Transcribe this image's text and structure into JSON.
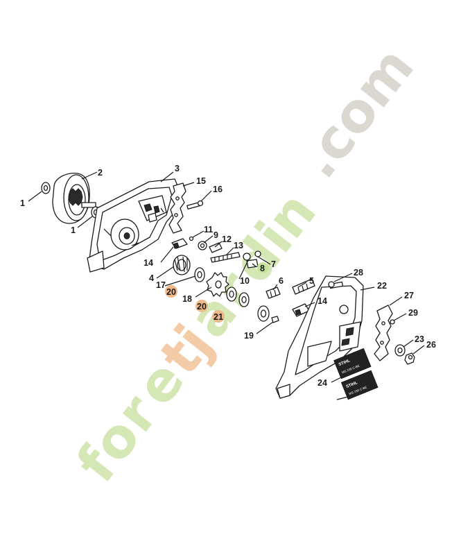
{
  "watermark": {
    "text_main": "foretjardin",
    "text_dotcom": ".com",
    "letters": [
      "f",
      "o",
      "r",
      "e",
      "t",
      "j",
      "a",
      "r",
      "d",
      "i",
      "n"
    ],
    "colors": {
      "green": "#d3e6b0",
      "orange": "#f3c9a3",
      "gray": "#d9d6cf"
    }
  },
  "highlights": {
    "orange": "#f0b98a",
    "green": "#c6e39a"
  },
  "labels": {
    "l1a": "1",
    "l1b": "1",
    "l2": "2",
    "l3": "3",
    "l4": "4",
    "l5": "5",
    "l6": "6",
    "l7": "7",
    "l8": "8",
    "l9": "9",
    "l10": "10",
    "l11": "11",
    "l12": "12",
    "l13": "13",
    "l14a": "14",
    "l14b": "14",
    "l15": "15",
    "l16": "16",
    "l17": "17",
    "l18": "18",
    "l19": "19",
    "l20a": "20",
    "l20b": "20",
    "l21": "21",
    "l22": "22",
    "l23": "23",
    "l24": "24",
    "l26": "26",
    "l27": "27",
    "l28": "28",
    "l29": "29"
  },
  "decals": {
    "stihl": "STIHL",
    "model_a": "MS 230 C-BE",
    "model_b": "MS 230 C-BE"
  }
}
